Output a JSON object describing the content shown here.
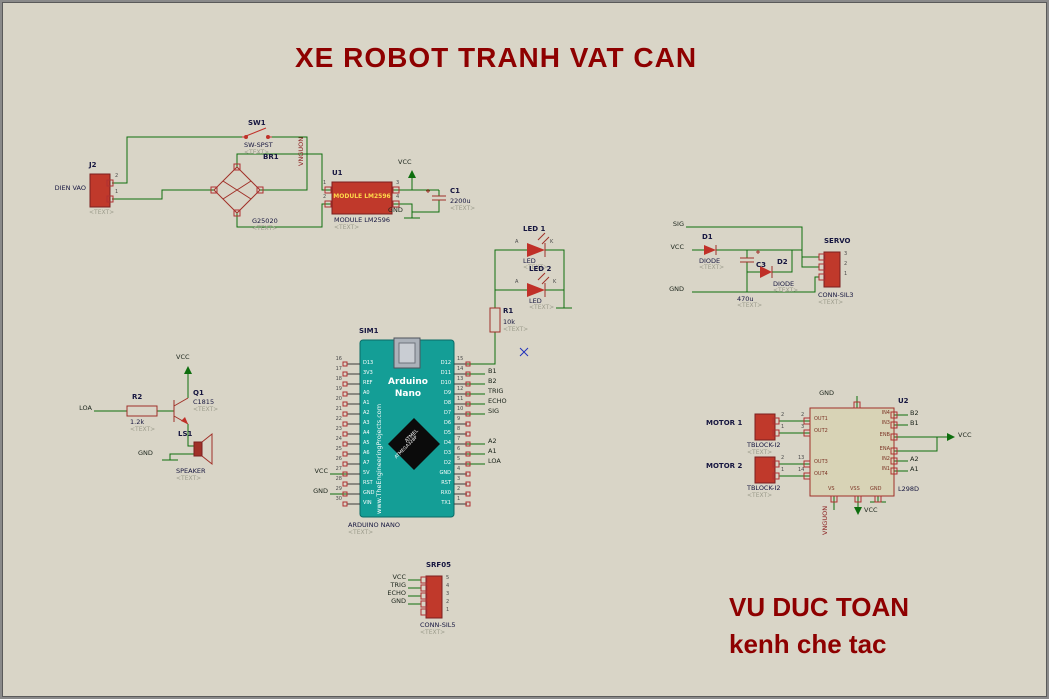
{
  "title": "XE ROBOT TRANH VAT CAN",
  "signature": {
    "line1": "VU DUC TOAN",
    "line2": "kenh che tac"
  },
  "placeholder": "<TEXT>",
  "nets": {
    "vcc": "VCC",
    "gnd": "GND",
    "trig": "TRIG",
    "echo": "ECHO",
    "sig": "SIG",
    "loa": "LOA",
    "a1": "A1",
    "a2": "A2",
    "b1": "B1",
    "b2": "B2",
    "vnguon": "VNGUON"
  },
  "pin_letters": {
    "a": "A",
    "k": "K"
  },
  "components": {
    "j2": {
      "ref": "J2",
      "value": "DIEN VAO",
      "pins": [
        "2",
        "1"
      ]
    },
    "sw1": {
      "ref": "SW1",
      "value": "SW-SPST"
    },
    "br1": {
      "ref": "BR1",
      "value": "G25020"
    },
    "u1": {
      "ref": "U1",
      "value": "MODULE LM2596",
      "body": "MODULE LM2596",
      "pins": [
        "1",
        "2",
        "3",
        "4"
      ]
    },
    "c1": {
      "ref": "C1",
      "value": "2200u"
    },
    "led1": {
      "ref": "LED 1",
      "value": "LED"
    },
    "led2": {
      "ref": "LED 2",
      "value": "LED"
    },
    "r1": {
      "ref": "R1",
      "value": "10k"
    },
    "arduino": {
      "ref": "SIM1",
      "value": "ARDUINO NANO",
      "brand_line1": "Arduino",
      "brand_line2": "Nano",
      "site": "www.TheEngineeringProjects.com",
      "chip_line1": "ATMEL",
      "chip_line2": "ATMEGA328P",
      "left_labels": [
        "D13",
        "3V3",
        "REF",
        "A0",
        "A1",
        "A2",
        "A3",
        "A4",
        "A5",
        "A6",
        "A7",
        "5V",
        "RST",
        "GND",
        "VIN"
      ],
      "left_nums": [
        "16",
        "17",
        "18",
        "19",
        "20",
        "21",
        "22",
        "23",
        "24",
        "25",
        "26",
        "27",
        "28",
        "29",
        "30"
      ],
      "right_labels": [
        "D12",
        "D11",
        "D10",
        "D9",
        "D8",
        "D7",
        "D6",
        "D5",
        "D4",
        "D3",
        "D2",
        "GND",
        "RST",
        "RX0",
        "TX1"
      ],
      "right_nums": [
        "15",
        "14",
        "13",
        "12",
        "11",
        "10",
        "9",
        "8",
        "7",
        "6",
        "5",
        "4",
        "3",
        "2",
        "1"
      ]
    },
    "srf05": {
      "ref": "SRF05",
      "value": "CONN-SIL5",
      "pins": [
        "5",
        "4",
        "3",
        "2",
        "1"
      ]
    },
    "servo": {
      "ref": "SERVO",
      "value": "CONN-SIL3",
      "pins": [
        "3",
        "2",
        "1"
      ]
    },
    "d1": {
      "ref": "D1",
      "value": "DIODE"
    },
    "d2": {
      "ref": "D2",
      "value": "DIODE"
    },
    "c3": {
      "ref": "C3",
      "value": "470u"
    },
    "r2": {
      "ref": "R2",
      "value": "1.2k"
    },
    "q1": {
      "ref": "Q1",
      "value": "C1815"
    },
    "ls1": {
      "ref": "LS1",
      "value": "SPEAKER"
    },
    "motor1": {
      "ref": "MOTOR 1",
      "value": "TBLOCK-I2",
      "pins": [
        "2",
        "1"
      ]
    },
    "motor2": {
      "ref": "MOTOR 2",
      "value": "TBLOCK-I2",
      "pins": [
        "2",
        "1"
      ]
    },
    "u2": {
      "ref": "U2",
      "value": "L298D",
      "left_labels": [
        "OUT1",
        "OUT2",
        "OUT3",
        "OUT4"
      ],
      "left_nums": [
        "2",
        "3",
        "13",
        "14"
      ],
      "right_labels": [
        "IN4",
        "IN3",
        "ENB",
        "ENA",
        "IN2",
        "IN1"
      ],
      "bottom_labels": [
        "VS",
        "VSS",
        "GND"
      ]
    }
  },
  "colors": {
    "background": "#d9d5c7",
    "wire": "#0e6e0e",
    "component": "#a03028",
    "title_red": "#8e0000",
    "arduino_teal": "#149e96"
  }
}
